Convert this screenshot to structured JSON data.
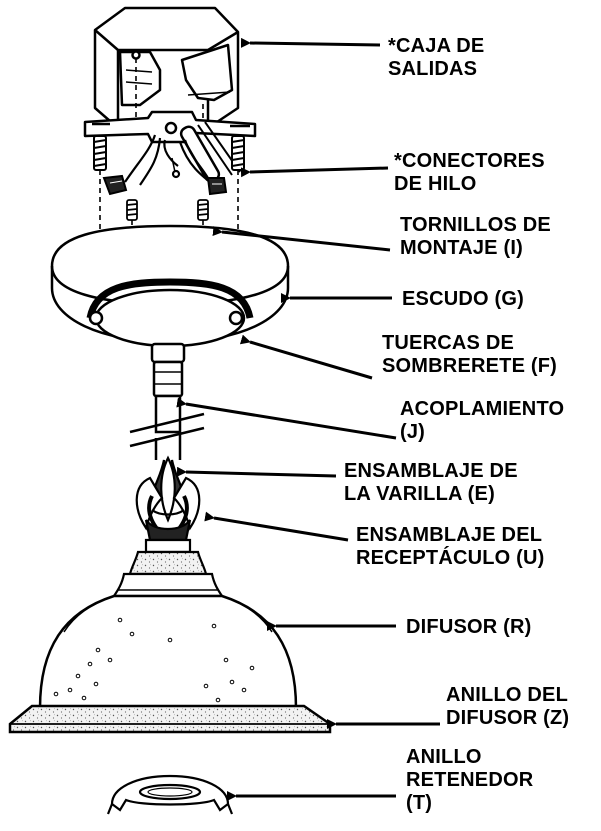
{
  "colors": {
    "ink": "#000000",
    "paper": "#ffffff"
  },
  "labels": {
    "caja": [
      "*CAJA DE",
      "SALIDAS"
    ],
    "conectores": [
      "*CONECTORES",
      "DE HILO"
    ],
    "tornillos": [
      "TORNILLOS DE",
      "MONTAJE (I)"
    ],
    "escudo": [
      "ESCUDO (G)"
    ],
    "tuercas": [
      "TUERCAS DE",
      "SOMBRERETE (F)"
    ],
    "acoplamiento": [
      "ACOPLAMIENTO",
      "(J)"
    ],
    "varilla": [
      "ENSAMBLAJE DE",
      "LA VARILLA (E)"
    ],
    "receptaculo": [
      "ENSAMBLAJE DEL",
      "RECEPTÁCULO (U)"
    ],
    "difusor": [
      "DIFUSOR (R)"
    ],
    "anillo_difusor": [
      "ANILLO DEL",
      "DIFUSOR (Z)"
    ],
    "anillo_retenedor": [
      "ANILLO",
      "RETENEDOR",
      "(T)"
    ]
  }
}
